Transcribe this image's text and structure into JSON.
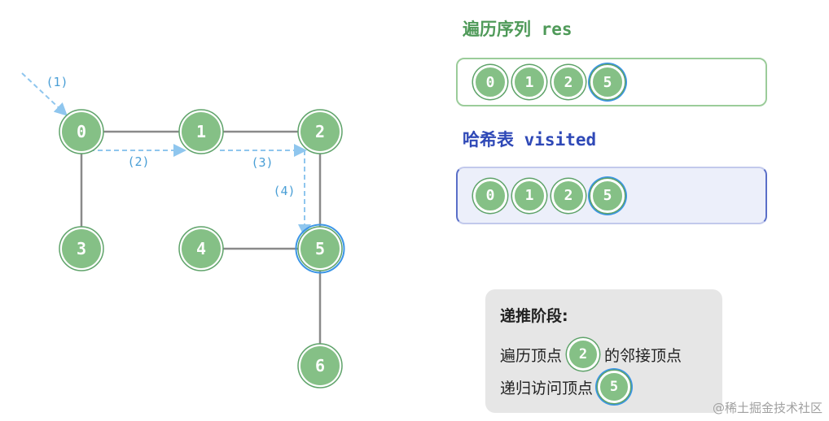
{
  "graph": {
    "nodes": [
      {
        "id": "0",
        "label": "0",
        "highlighted": false
      },
      {
        "id": "1",
        "label": "1",
        "highlighted": false
      },
      {
        "id": "2",
        "label": "2",
        "highlighted": false
      },
      {
        "id": "3",
        "label": "3",
        "highlighted": false
      },
      {
        "id": "4",
        "label": "4",
        "highlighted": false
      },
      {
        "id": "5",
        "label": "5",
        "highlighted": true
      },
      {
        "id": "6",
        "label": "6",
        "highlighted": false
      }
    ],
    "edges": [
      [
        "0",
        "1"
      ],
      [
        "1",
        "2"
      ],
      [
        "0",
        "3"
      ],
      [
        "2",
        "5"
      ],
      [
        "4",
        "5"
      ],
      [
        "5",
        "6"
      ]
    ],
    "traversal_steps": [
      {
        "label": "(1)",
        "to": "0"
      },
      {
        "label": "(2)",
        "from": "0",
        "to": "1"
      },
      {
        "label": "(3)",
        "from": "1",
        "to": "2"
      },
      {
        "label": "(4)",
        "from": "2",
        "to": "5"
      }
    ]
  },
  "res": {
    "title": "遍历序列 res",
    "items": [
      "0",
      "1",
      "2",
      "5"
    ],
    "highlighted": "5"
  },
  "visited": {
    "title": "哈希表 visited",
    "items": [
      "0",
      "1",
      "2",
      "5"
    ],
    "highlighted": "5"
  },
  "stage": {
    "title": "递推阶段:",
    "line1_prefix": "遍历顶点",
    "line1_node": "2",
    "line1_suffix": "的邻接顶点",
    "line2_prefix": "递归访问顶点",
    "line2_node": "5"
  },
  "watermark": "@稀土掘金技术社区",
  "colors": {
    "node_fill": "#85c086",
    "node_ring": "#5fa36a",
    "highlight_ring": "#3b95e6",
    "edge": "#8a8a8a",
    "traversal_arrow": "#8fc6ee",
    "step_label": "#4a9fd6",
    "res_title": "#4f9a59",
    "visited_title": "#2f49b7"
  }
}
